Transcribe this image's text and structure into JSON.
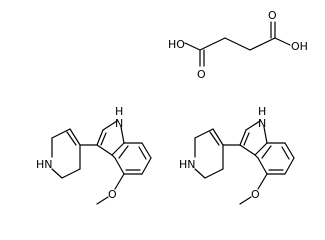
{
  "structures": [
    {
      "name": "succinic-acid",
      "labels": {
        "oh_left": "HO",
        "oh_right": "OH",
        "o_top": "O",
        "o_bottom": "O"
      }
    },
    {
      "name": "tetrahydropyridinyl-methoxyindole-left",
      "labels": {
        "nh_indole": "H",
        "n_indole": "N",
        "nh_ring": "HN",
        "o_methoxy": "O"
      }
    },
    {
      "name": "tetrahydropyridinyl-methoxyindole-right",
      "labels": {
        "nh_indole": "H",
        "n_indole": "N",
        "nh_ring": "HN",
        "o_methoxy": "O"
      }
    }
  ]
}
